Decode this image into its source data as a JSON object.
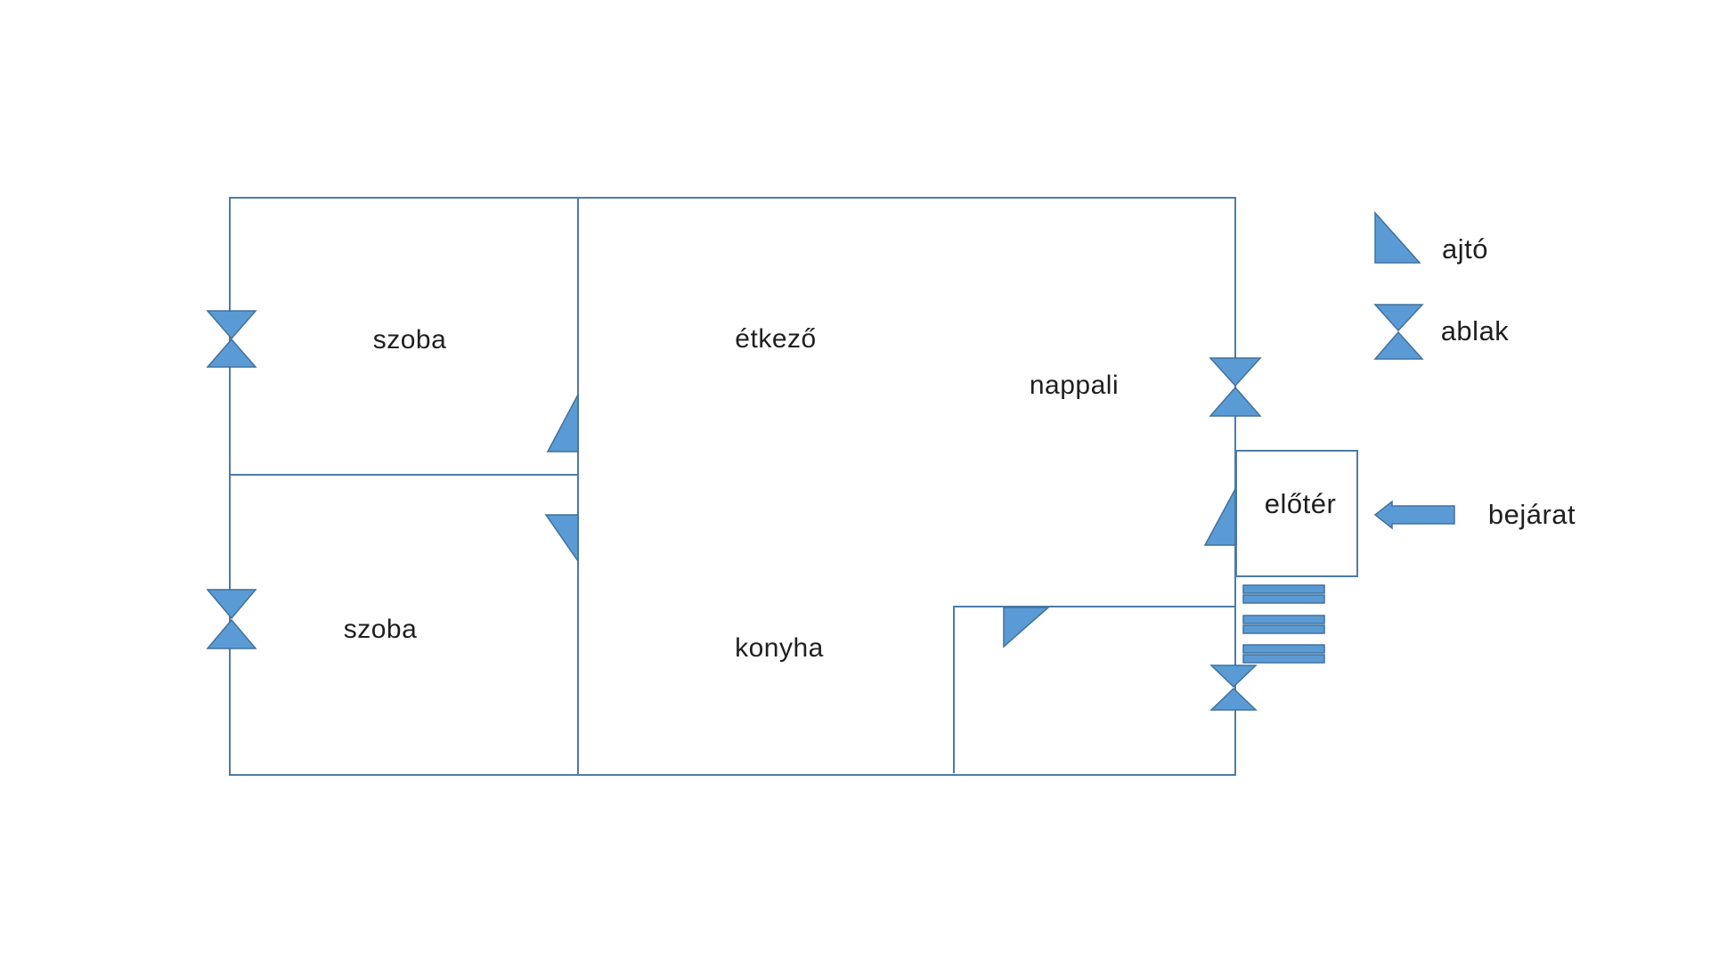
{
  "title": "apartment floor plan",
  "colors": {
    "accent": "#5b9bd5",
    "accent_border": "#41719c",
    "wall": "#4e7ba6",
    "text": "#1f1f1f",
    "background": "#ffffff"
  },
  "rooms": {
    "szoba_upper": {
      "label": "szoba"
    },
    "szoba_lower": {
      "label": "szoba"
    },
    "etkezo": {
      "label": "étkező"
    },
    "nappali": {
      "label": "nappali"
    },
    "konyha": {
      "label": "konyha"
    },
    "eloter": {
      "label": "előtér"
    }
  },
  "legend": {
    "door_label": "ajtó",
    "window_label": "ablak",
    "entrance_label": "bejárat"
  },
  "icons": {
    "door": "door-icon",
    "window": "window-icon",
    "stairs": "stairs-icon",
    "entrance_arrow": "entrance-arrow-icon"
  }
}
